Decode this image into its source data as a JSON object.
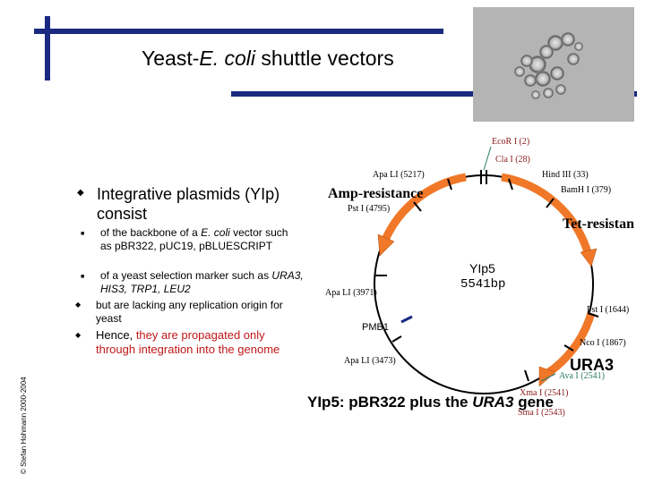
{
  "slide": {
    "title_part1": "Yeast-",
    "title_italic": "E. coli",
    "title_part2": " shuttle vectors",
    "copyright": "© Stefan Hohmann 2000-2004"
  },
  "bullets": {
    "main": "Integrative plasmids (YIp) consist",
    "sub1_pre": "of the backbone of a ",
    "sub1_italic": "E. coli",
    "sub1_post": " vector such as pBR322, pUC19, pBLUESCRIPT",
    "sub2_pre": "of a yeast selection marker such as ",
    "sub2_italic": "URA3, HIS3, TRP1, LEU2",
    "but": "but are lacking any replication origin for yeast",
    "hence_pre": "Hence, ",
    "hence_red": "they are propagated only through integration into the genome"
  },
  "map": {
    "name": "YIp5",
    "size": "5541bp",
    "caption_pre": "YIp5: pBR322 plus the ",
    "caption_italic": "URA3",
    "caption_post": " gene",
    "genes": {
      "amp": "Amp-resistance",
      "tet": "Tet-resistan",
      "ura3": "URA3",
      "pmb1": "PMB1"
    },
    "sites": {
      "ecori": "EcoR I (2)",
      "clai": "Cla I (28)",
      "hindiii": "Hind III (33)",
      "bamhi": "BamH I (379)",
      "apali_5217": "Apa LI (5217)",
      "psti": "Pst I (4795)",
      "apali_3971": "Apa LI (3971)",
      "psti_1644": "Pst I (1644)",
      "ncoi": "Nco I (1867)",
      "apali_3473": "Apa LI (3473)",
      "avai": "Ava I (2541)",
      "xmai": "Xma I (2541)",
      "smai": "Sma I (2543)"
    }
  },
  "colors": {
    "accent_bar": "#1a2a80",
    "arrow": "#f07828",
    "site_label": "#2a7a6a",
    "red_text": "#c01818",
    "origin": "#1a2a80"
  },
  "icons": {
    "bullet": "diamond-bullet-icon",
    "sub_bullet": "square-bullet-icon"
  }
}
